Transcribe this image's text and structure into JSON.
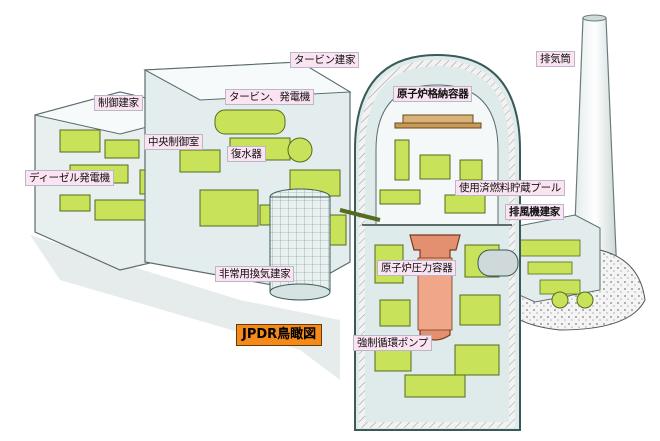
{
  "labels": {
    "turbine_building": "タービン建家",
    "exhaust_stack": "排気筒",
    "control_building": "制御建家",
    "turbine_generator": "タービン、発電機",
    "containment_vessel": "原子炉格納容器",
    "central_control_room": "中央制御室",
    "condenser": "復水器",
    "diesel_generator": "ディーゼル発電機",
    "spent_fuel_pool": "使用済燃料貯蔵プール",
    "exhaust_fan_building": "排風機建家",
    "emergency_ventilation_building": "非常用換気建家",
    "reactor_pressure_vessel": "原子炉圧力容器",
    "forced_circulation_pump": "強制循環ポンプ"
  },
  "title": "JPDR鳥瞰図",
  "colors": {
    "equipment_green": "#c8e25a",
    "label_background": "#fbe3f2",
    "title_background": "#f48a1a",
    "vessel_outline": "#3a5a5a",
    "reactor_core": "#e39070"
  }
}
